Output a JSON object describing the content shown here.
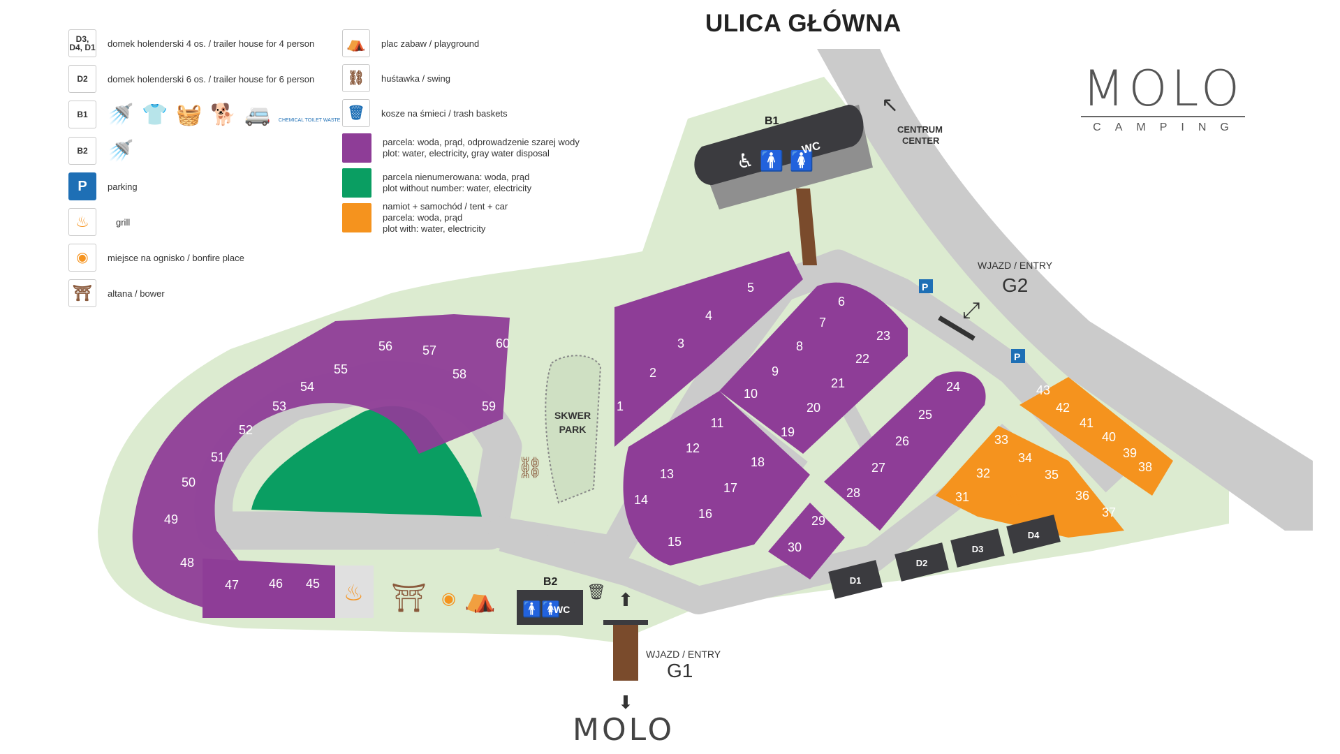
{
  "header": {
    "title": "ULICA GŁÓWNA"
  },
  "brand": {
    "word": "MOLO",
    "sub": "CAMPING",
    "bottom_word": "MOLO"
  },
  "legend_left": [
    {
      "code": "D3, D4, D1",
      "text": "domek holenderski 4 os. / trailer house for 4 person"
    },
    {
      "code": "D2",
      "text": "domek holenderski 6 os. / trailer house for 6 person"
    },
    {
      "code": "B1",
      "text": ""
    },
    {
      "code": "B2",
      "text": ""
    },
    {
      "code": "P",
      "text": "parking"
    },
    {
      "code": "",
      "text": "grill"
    },
    {
      "code": "",
      "text": "miejsce na ognisko / bonfire place"
    },
    {
      "code": "",
      "text": "altana / bower"
    }
  ],
  "b1_icons_label": "CHEMICAL TOILET WASTE",
  "legend_right": [
    {
      "text": "plac zabaw / playground"
    },
    {
      "text": "huśtawka / swing"
    },
    {
      "text": "kosze na śmieci / trash baskets"
    }
  ],
  "legend_plots": [
    {
      "color": "#8e3d97",
      "lines": [
        "parcela: woda, prąd, odprowadzenie szarej wody",
        "plot: water, electricity, gray water disposal"
      ]
    },
    {
      "color": "#0a9e62",
      "lines": [
        "parcela nienumerowana: woda, prąd",
        "plot without number: water, electricity"
      ]
    },
    {
      "color": "#f5931e",
      "lines": [
        "namiot + samochód / tent + car",
        "parcela: woda, prąd",
        "plot with: water, electricity"
      ]
    }
  ],
  "map": {
    "b1_label": "B1",
    "b2_label": "B2",
    "wc_label": "WC",
    "park_label_1": "SKWER",
    "park_label_2": "PARK",
    "centrum_1": "CENTRUM",
    "centrum_2": "CENTER",
    "entry_g2_label": "WJAZD / ENTRY",
    "entry_g2_code": "G2",
    "entry_g1_label": "WJAZD / ENTRY",
    "entry_g1_code": "G1",
    "parking_sign": "P",
    "cabins": [
      "D1",
      "D2",
      "D3",
      "D4"
    ],
    "plots": [
      "1",
      "2",
      "3",
      "4",
      "5",
      "6",
      "7",
      "8",
      "9",
      "10",
      "11",
      "12",
      "13",
      "14",
      "15",
      "16",
      "17",
      "18",
      "19",
      "20",
      "21",
      "22",
      "23",
      "24",
      "25",
      "26",
      "27",
      "28",
      "29",
      "30",
      "31",
      "32",
      "33",
      "34",
      "35",
      "36",
      "37",
      "38",
      "39",
      "40",
      "41",
      "42",
      "43",
      "45",
      "46",
      "47",
      "48",
      "49",
      "50",
      "51",
      "52",
      "53",
      "54",
      "55",
      "56",
      "57",
      "58",
      "59",
      "60"
    ]
  },
  "colors": {
    "purple": "#8e3d97",
    "green": "#0a9e62",
    "orange": "#f5931e",
    "grass": "#dcebd0",
    "road": "#cbcbcb",
    "dark": "#3b3b3f",
    "path": "#7a4b2c",
    "blue": "#1e6fb5"
  }
}
